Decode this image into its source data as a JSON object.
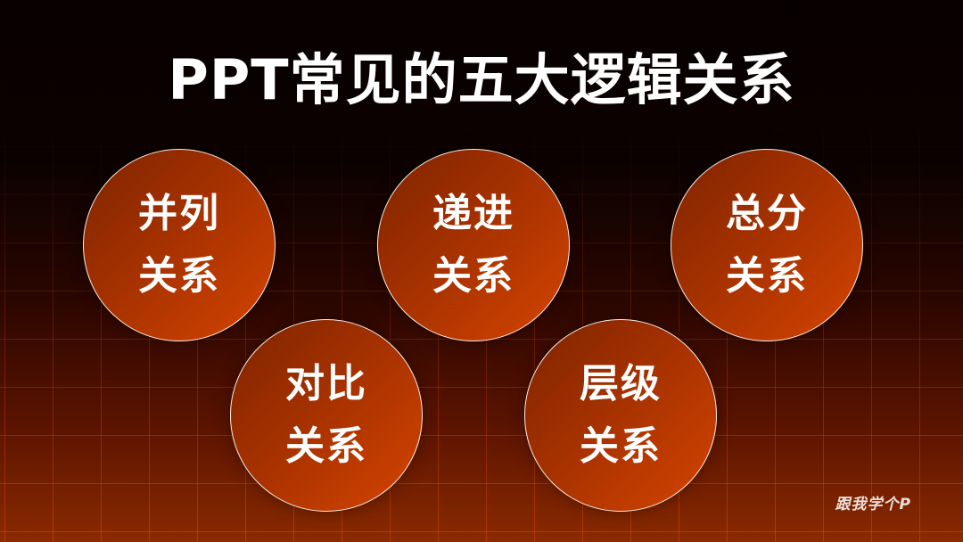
{
  "slide": {
    "title": "PPT常见的五大逻辑关系",
    "circles": [
      {
        "line1": "并列",
        "line2": "关系"
      },
      {
        "line1": "递进",
        "line2": "关系"
      },
      {
        "line1": "总分",
        "line2": "关系"
      },
      {
        "line1": "对比",
        "line2": "关系"
      },
      {
        "line1": "层级",
        "line2": "关系"
      }
    ],
    "watermark": "跟我学个P"
  },
  "colors": {
    "background_top": "#070000",
    "background_bottom": "#8a2a00",
    "circle_fill_dark": "#7e2400",
    "circle_fill_light": "#d54400",
    "grid_line": "#ff5a14",
    "text": "#ffffff"
  }
}
